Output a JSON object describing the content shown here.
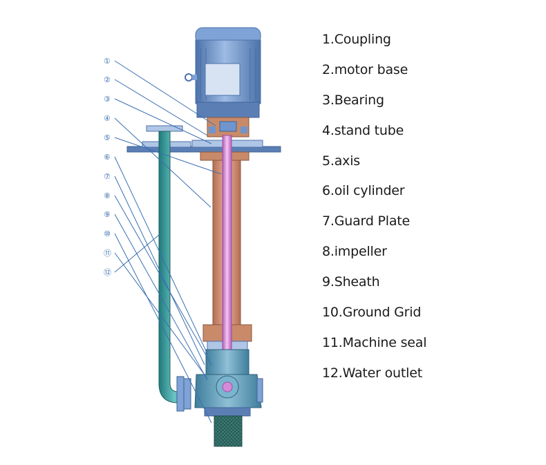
{
  "legend": [
    "1.Coupling",
    "2.motor base",
    "3.Bearing",
    "4.stand tube",
    "5.axis",
    "6.oil cylinder",
    "7.Guard Plate",
    "8.impeller",
    "9.Sheath",
    "10.Ground Grid",
    "11.Machine seal",
    "12.Water outlet"
  ],
  "callouts": [
    "①",
    "②",
    "③",
    "④",
    "⑤",
    "⑥",
    "⑦",
    "⑧",
    "⑨",
    "⑩",
    "⑪",
    "⑫"
  ],
  "colors": {
    "motor": "#6f95cc",
    "motor_dark": "#4c72aa",
    "stand_tube": "#c98a6a",
    "axis": "#d58ad8",
    "outlet_pipe": "#2e9a9a",
    "pump_body": "#4f8fb0",
    "ground_grid": "#2f6f6a",
    "leader_line": "#3a6fb0"
  }
}
